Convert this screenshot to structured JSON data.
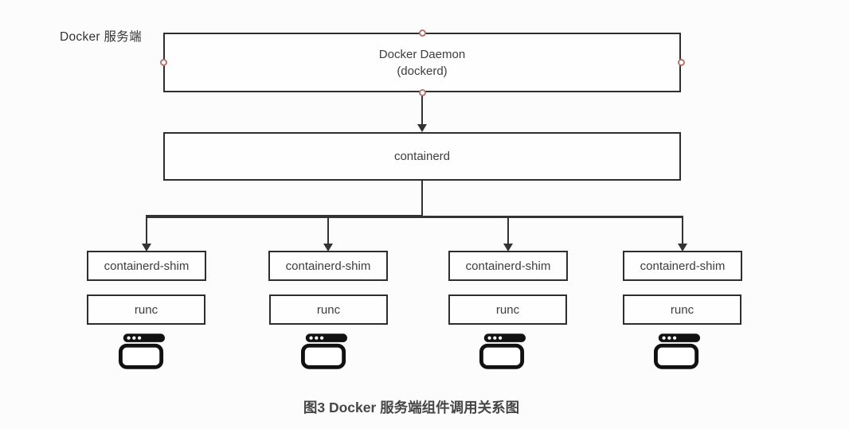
{
  "diagram": {
    "region_label": "Docker 服务端",
    "caption": "图3 Docker 服务端组件调用关系图",
    "nodes": {
      "daemon": {
        "line1": "Docker Daemon",
        "line2": "(dockerd)"
      },
      "containerd": {
        "label": "containerd"
      }
    },
    "columns": [
      {
        "shim": "containerd-shim",
        "runc": "runc",
        "icon": "app-window-icon"
      },
      {
        "shim": "containerd-shim",
        "runc": "runc",
        "icon": "app-window-icon"
      },
      {
        "shim": "containerd-shim",
        "runc": "runc",
        "icon": "app-window-icon"
      },
      {
        "shim": "containerd-shim",
        "runc": "runc",
        "icon": "app-window-icon"
      }
    ],
    "connections": [
      "docker-daemon -> containerd",
      "containerd -> containerd-shim (x4)"
    ],
    "colors": {
      "background": "#fdfcfc",
      "box_border": "#2e2e2e",
      "connector": "#333333",
      "handle_stroke": "#b3766f",
      "node_text": "#3d3d3d",
      "caption_text": "#464646",
      "icon": "#111111"
    }
  }
}
